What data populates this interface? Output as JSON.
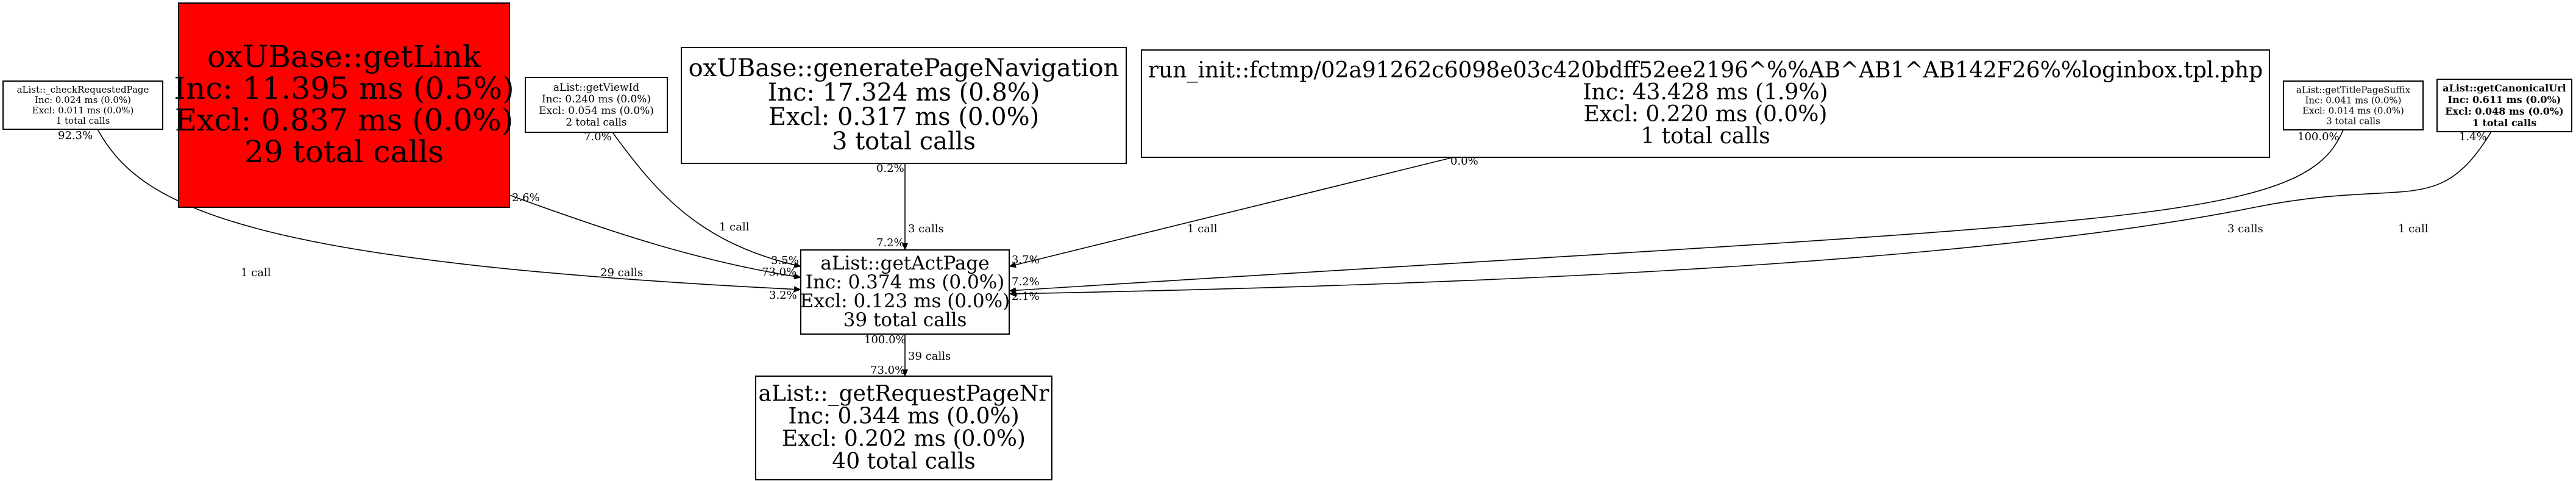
{
  "nodes": [
    {
      "id": "checkRequestedPage",
      "lines": [
        "aList::_checkRequestedPage",
        "Inc: 0.024 ms (0.0%)",
        "Excl: 0.011 ms (0.0%)",
        "1 total calls"
      ]
    },
    {
      "id": "getLink",
      "lines": [
        "oxUBase::getLink",
        "Inc: 11.395 ms (0.5%)",
        "Excl: 0.837 ms (0.0%)",
        "29 total calls"
      ],
      "fill": "#ff0000"
    },
    {
      "id": "getViewId",
      "lines": [
        "aList::getViewId",
        "Inc: 0.240 ms (0.0%)",
        "Excl: 0.054 ms (0.0%)",
        "2 total calls"
      ]
    },
    {
      "id": "generatePageNavigation",
      "lines": [
        "oxUBase::generatePageNavigation",
        "Inc: 17.324 ms (0.8%)",
        "Excl: 0.317 ms (0.0%)",
        "3 total calls"
      ]
    },
    {
      "id": "runInit",
      "lines": [
        "run_init::fctmp/02a91262c6098e03c420bdff52ee2196^%%AB^AB1^AB142F26%%loginbox.tpl.php",
        "Inc: 43.428 ms (1.9%)",
        "Excl: 0.220 ms (0.0%)",
        "1 total calls"
      ]
    },
    {
      "id": "getTitlePageSuffix",
      "lines": [
        "aList::getTitlePageSuffix",
        "Inc: 0.041 ms (0.0%)",
        "Excl: 0.014 ms (0.0%)",
        "3 total calls"
      ]
    },
    {
      "id": "getCanonicalUrl",
      "lines": [
        "aList::getCanonicalUrl",
        "Inc: 0.611 ms (0.0%)",
        "Excl: 0.048 ms (0.0%)",
        "1 total calls"
      ],
      "bold": true
    },
    {
      "id": "getActPage",
      "lines": [
        "aList::getActPage",
        "Inc: 0.374 ms (0.0%)",
        "Excl: 0.123 ms (0.0%)",
        "39 total calls"
      ]
    },
    {
      "id": "getRequestPageNr",
      "lines": [
        "aList::_getRequestPageNr",
        "Inc: 0.344 ms (0.0%)",
        "Excl: 0.202 ms (0.0%)",
        "40 total calls"
      ]
    }
  ],
  "edges": [
    {
      "id": "e1",
      "from": "checkRequestedPage",
      "to": "getActPage",
      "calls": "1 call",
      "tail": "92.3%",
      "head": "3.2%"
    },
    {
      "id": "e2",
      "from": "getLink",
      "to": "getActPage",
      "calls": "29 calls",
      "tail": "2.6%",
      "head": "73.0%"
    },
    {
      "id": "e3",
      "from": "getViewId",
      "to": "getActPage",
      "calls": "1 call",
      "tail": "7.0%",
      "head": "3.5%"
    },
    {
      "id": "e4",
      "from": "generatePageNavigation",
      "to": "getActPage",
      "calls": "3 calls",
      "tail": "0.2%",
      "head": "7.2%"
    },
    {
      "id": "e5",
      "from": "runInit",
      "to": "getActPage",
      "calls": "1 call",
      "tail": "0.0%",
      "head": "3.7%"
    },
    {
      "id": "e6",
      "from": "getTitlePageSuffix",
      "to": "getActPage",
      "calls": "3 calls",
      "tail": "100.0%",
      "head": "7.2%"
    },
    {
      "id": "e7",
      "from": "getCanonicalUrl",
      "to": "getActPage",
      "calls": "1 call",
      "tail": "1.4%",
      "head": "2.1%"
    },
    {
      "id": "e8",
      "from": "getActPage",
      "to": "getRequestPageNr",
      "calls": "39 calls",
      "tail": "100.0%",
      "head": "73.0%"
    }
  ]
}
